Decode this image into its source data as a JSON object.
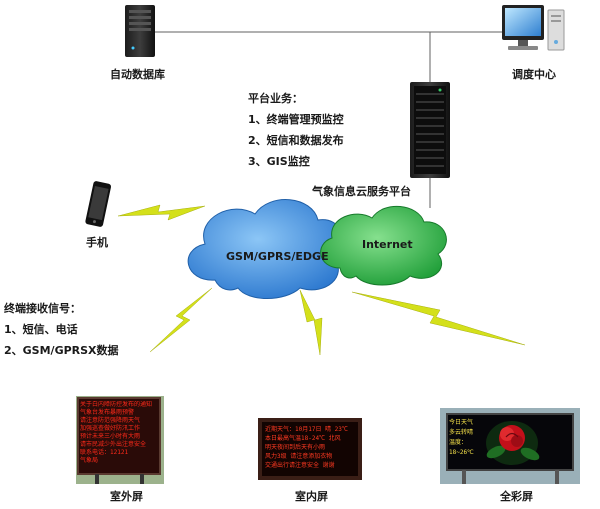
{
  "nodes": {
    "database": "自动数据库",
    "dispatch": "调度中心",
    "phone": "手机",
    "cloud_platform": "气象信息云服务平台",
    "gsm_cloud": "GSM/GPRS/EDGE",
    "internet_cloud": "Internet",
    "outdoor_screen": "室外屏",
    "indoor_screen": "室内屏",
    "color_screen": "全彩屏"
  },
  "platform_services": {
    "title": "平台业务：",
    "items": [
      "1、终端管理预监控",
      "2、短信和数据发布",
      "3、GIS监控"
    ]
  },
  "terminal_signals": {
    "title": "终端接收信号：",
    "items": [
      "1、短信、电话",
      "2、GSM/GPRSX数据"
    ]
  },
  "screens": {
    "outdoor_text": "关于白内障防控发布的通知\n气象台发布暴雨预警\n请注意防范强降雨天气\n加强巡查做好防汛工作\n预计未来三小时有大雨\n请市民减少外出注意安全\n联系电话：12121\n气象局",
    "indoor_text": "近期天气：10月17日 晴 23℃\n本日最高气温18-24℃ 北风\n明天夜间到后天有小雨\n风力3级 请注意添加衣物\n交通出行请注意安全 谢谢",
    "color_text": "今日天气\n多云转晴\n温度：\n18~26℃"
  },
  "colors": {
    "gsm_cloud": "#3f8edc",
    "internet_cloud": "#2fb84a",
    "lightning": "#d4e01a",
    "connector": "#606060",
    "led_red": "#ff2a1a"
  }
}
